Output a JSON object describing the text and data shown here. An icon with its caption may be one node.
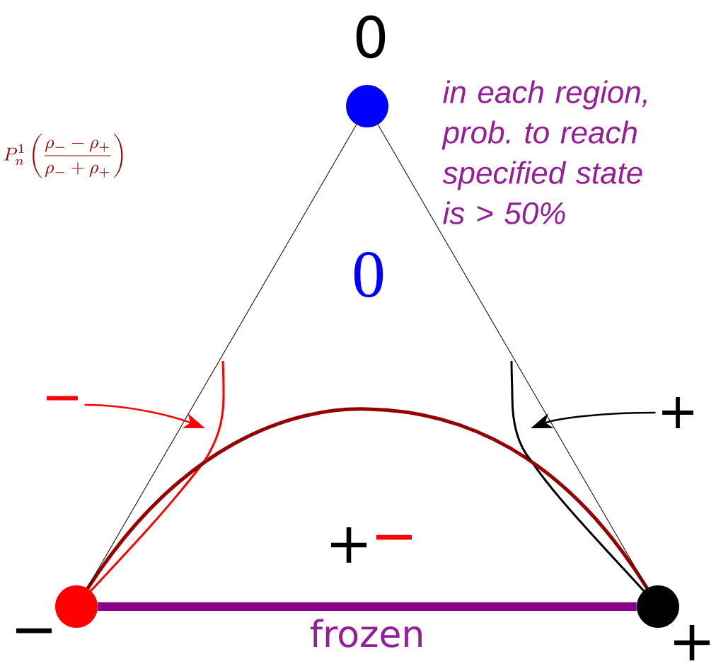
{
  "diagram": {
    "nodes": [
      {
        "text": [],
        "shape": "circle",
        "beside": [
          "0"
        ]
      },
      {
        "text": [],
        "shape": "circle",
        "beside": [
          "−"
        ]
      },
      {
        "text": [],
        "shape": "circle",
        "beside": [
          "+"
        ]
      },
      {
        "text": [
          "−"
        ]
      },
      {
        "text": [
          "+"
        ]
      },
      {
        "text": [],
        "shape": "curve"
      },
      {
        "text": [],
        "shape": "curve"
      }
    ],
    "edges": [
      {
        "from": 0,
        "to": 1,
        "arrow": "none"
      },
      {
        "from": 0,
        "to": 2,
        "arrow": "none"
      },
      {
        "from": 1,
        "to": 2,
        "arrow": "none",
        "label": "frozen",
        "style": "thick",
        "color": "#8b008b"
      },
      {
        "from": 3,
        "to": 5,
        "arrow": "to",
        "color": "#ff0000"
      },
      {
        "from": 4,
        "to": 6,
        "arrow": "to"
      }
    ],
    "labels": [
      "P_n^1\\left(\\frac{\\rho_- - \\rho_+}{\\rho_- + \\rho_+}\\right)",
      "in each region, prob. to reach specified state is > 50%",
      "0",
      "+",
      "−"
    ]
  }
}
